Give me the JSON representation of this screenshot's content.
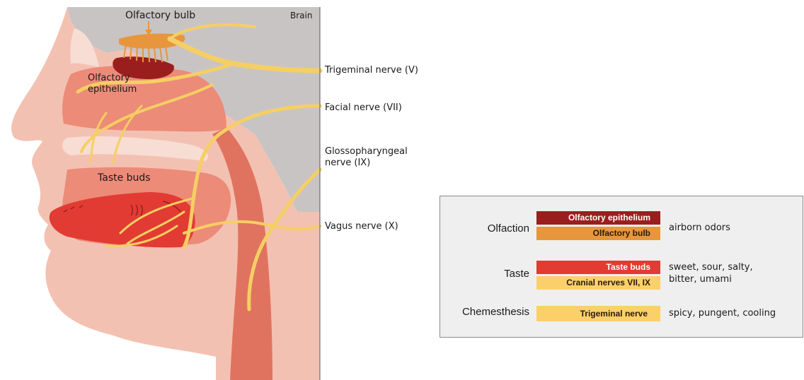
{
  "labels": {
    "olfactory_bulb": "Olfactory bulb",
    "brain": "Brain",
    "olfactory_epithelium": "Olfactory epithelium",
    "taste_buds": "Taste buds",
    "trigeminal_nerve": "Trigeminal nerve (V)",
    "facial_nerve": "Facial nerve (VII)",
    "glossopharyngeal_nerve": "Glossopharyngeal nerve (IX)",
    "vagus_nerve": "Vagus nerve (X)"
  },
  "legend": {
    "rows": [
      {
        "sense": "Olfaction",
        "bars": [
          {
            "label": "Olfactory epithelium",
            "bg": "#9b1e1e",
            "fg": "#ffffff"
          },
          {
            "label": "Olfactory bulb",
            "bg": "#e7963d",
            "fg": "#2a1a0a"
          }
        ],
        "description": "airborn odors"
      },
      {
        "sense": "Taste",
        "bars": [
          {
            "label": "Taste buds",
            "bg": "#e23b33",
            "fg": "#ffffff"
          },
          {
            "label": "Cranial nerves VII, IX",
            "bg": "#fbd06b",
            "fg": "#2a1a0a"
          }
        ],
        "description": "sweet, sour, salty, bitter, umami"
      },
      {
        "sense": "Chemesthesis",
        "bars": [
          {
            "label": "Trigeminal nerve",
            "bg": "#fbd06b",
            "fg": "#2a1a0a"
          }
        ],
        "description": "spicy, pungent, cooling"
      }
    ]
  },
  "colors": {
    "nerve": "#f6cf63",
    "tissue": "#ec8b78",
    "skin": "#f3c1b2",
    "brain": "#c9c4c4",
    "epithelium": "#9b1e1e",
    "bulb": "#e7963d",
    "tongue": "#e23b33"
  }
}
